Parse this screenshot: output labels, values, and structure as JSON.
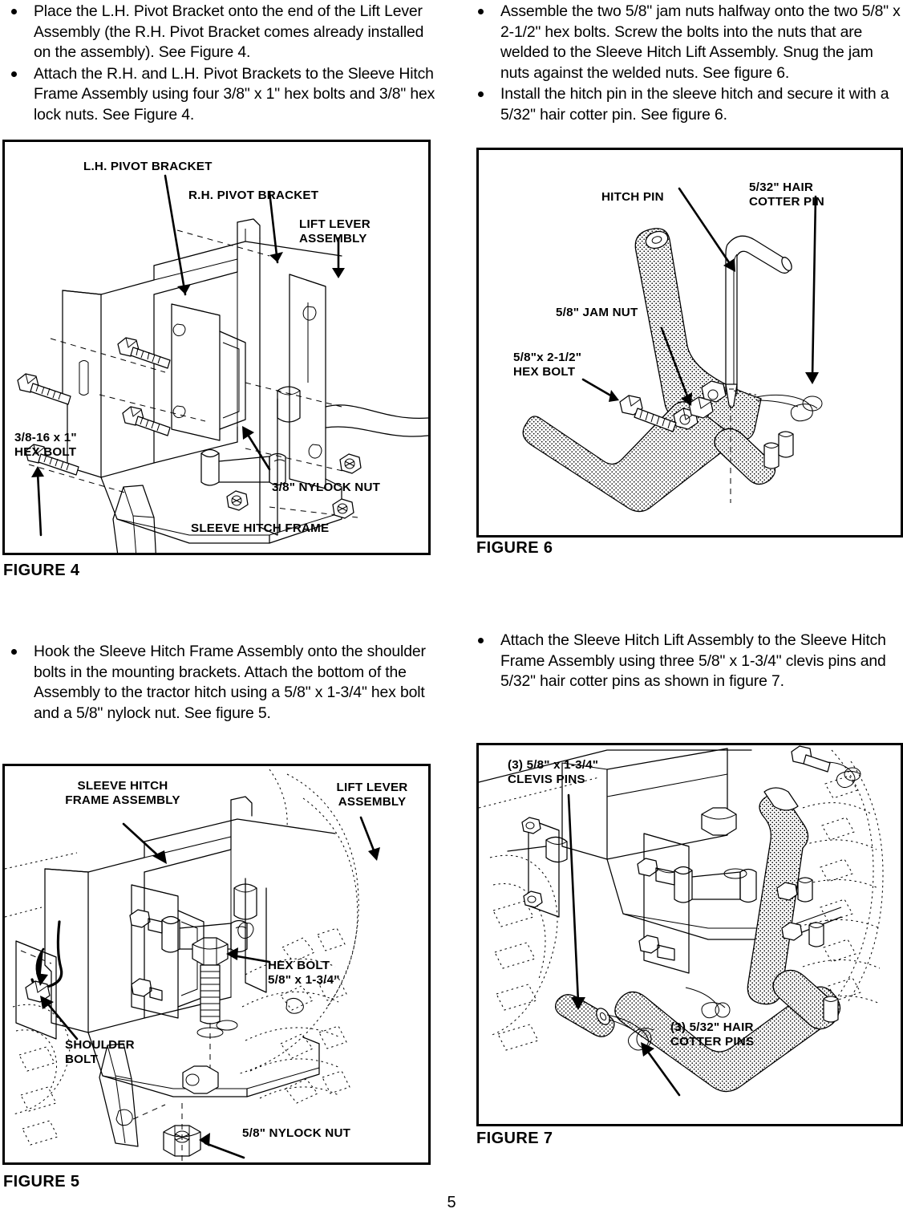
{
  "page": {
    "number": "5"
  },
  "left_column": {
    "top_instructions": [
      "Place the L.H. Pivot Bracket onto the end of the Lift Lever Assembly (the R.H. Pivot Bracket comes already installed on the assembly). See Figure 4.",
      "Attach the R.H. and L.H. Pivot Brackets to the Sleeve Hitch Frame Assembly using four 3/8\" x 1\" hex bolts and 3/8\" hex lock nuts. See Figure 4."
    ],
    "mid_instructions": [
      "Hook the Sleeve Hitch Frame Assembly onto the shoulder bolts in the mounting brackets. Attach the bottom of the Assembly to the tractor hitch using a 5/8\" x 1-3/4\" hex bolt and a 5/8\" nylock nut. See figure 5."
    ]
  },
  "right_column": {
    "top_instructions": [
      "Assemble the two 5/8\" jam nuts halfway onto the two 5/8\" x 2-1/2\" hex bolts. Screw the bolts into the nuts that are welded to the Sleeve Hitch Lift Assembly. Snug the jam nuts against the welded nuts. See figure 6.",
      "Install the hitch pin in the sleeve hitch and secure it with a 5/32\" hair cotter pin. See figure 6."
    ],
    "mid_instructions": [
      "Attach the Sleeve Hitch Lift Assembly to the Sleeve Hitch Frame Assembly using three 5/8\" x 1-3/4\" clevis pins and 5/32\" hair cotter pins as shown in figure 7."
    ]
  },
  "figures": {
    "figure4": {
      "caption": "FIGURE 4",
      "labels": {
        "lh_pivot_bracket": "L.H. PIVOT BRACKET",
        "rh_pivot_bracket": "R.H. PIVOT BRACKET",
        "lift_lever_assembly": "LIFT LEVER\nASSEMBLY",
        "hex_bolt": "3/8-16 x 1\"\nHEX BOLT",
        "nylock_nut": "3/8\" NYLOCK NUT",
        "sleeve_hitch_frame": "SLEEVE HITCH FRAME"
      }
    },
    "figure5": {
      "caption": "FIGURE 5",
      "labels": {
        "sleeve_hitch_frame_assembly": "SLEEVE HITCH\nFRAME ASSEMBLY",
        "lift_lever_assembly": "LIFT LEVER\nASSEMBLY",
        "hex_bolt": "HEX BOLT\n5/8\" x 1-3/4\"",
        "shoulder_bolt": "SHOULDER\nBOLT",
        "nylock_nut": "5/8\" NYLOCK NUT"
      }
    },
    "figure6": {
      "caption": "FIGURE 6",
      "labels": {
        "hitch_pin": "HITCH PIN",
        "hair_cotter_pin": "5/32\" HAIR\nCOTTER PIN",
        "jam_nut": "5/8\" JAM NUT",
        "hex_bolt": "5/8\"x 2-1/2\"\nHEX BOLT"
      }
    },
    "figure7": {
      "caption": "FIGURE 7",
      "labels": {
        "clevis_pins": "(3) 5/8\" x 1-3/4\"\nCLEVIS PINS",
        "hair_cotter_pins": "(3) 5/32\" HAIR\nCOTTER PINS"
      }
    }
  }
}
